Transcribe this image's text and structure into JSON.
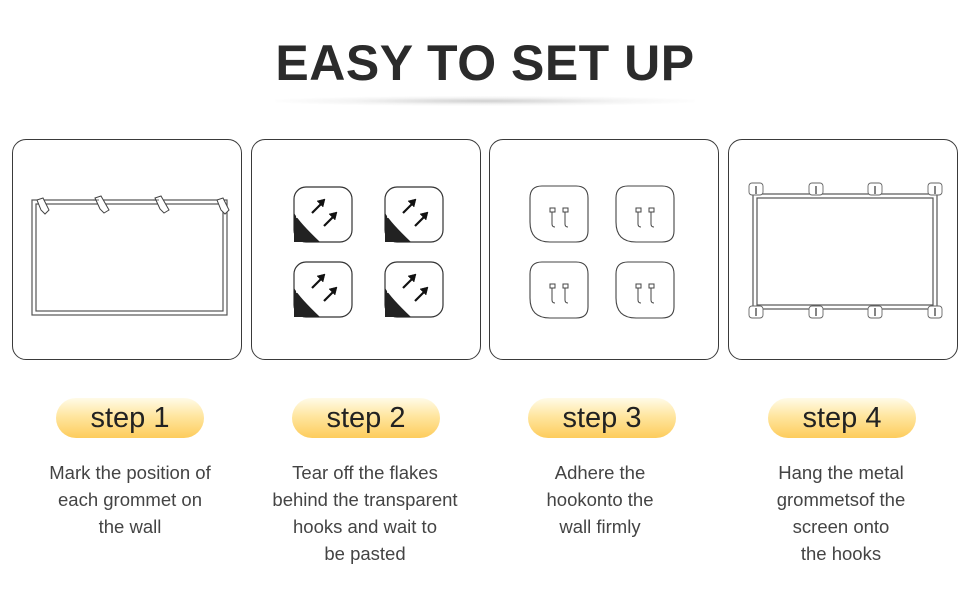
{
  "title": "EASY TO SET UP",
  "steps": [
    {
      "label": "step 1",
      "lines": [
        "Mark the position of",
        "each grommet on",
        "the wall"
      ]
    },
    {
      "label": "step 2",
      "lines": [
        "Tear off the flakes",
        "behind the transparent",
        "hooks and wait to",
        "be pasted"
      ]
    },
    {
      "label": "step 3",
      "lines": [
        "Adhere the",
        "hookonto the",
        "wall firmly"
      ]
    },
    {
      "label": "step 4",
      "lines": [
        "Hang the metal",
        "grommetsof the",
        "screen onto",
        "the hooks"
      ]
    }
  ],
  "colors": {
    "pill_top": "#fffbe8",
    "pill_bottom": "#fdcc5c",
    "text": "#444444",
    "title": "#2b2b2b"
  },
  "icons": [
    "pencil-mark-icon",
    "adhesive-peel-icon",
    "adhesive-hook-icon",
    "hook-grommet-icon"
  ]
}
